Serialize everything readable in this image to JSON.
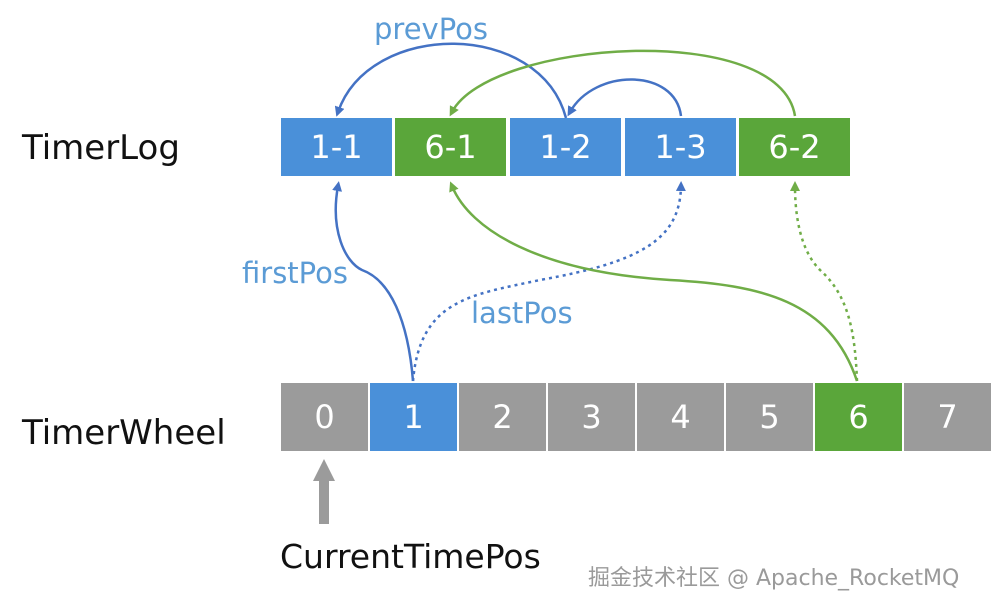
{
  "labels": {
    "timer_log": "TimerLog",
    "timer_wheel": "TimerWheel",
    "prev_pos": "prevPos",
    "first_pos": "firstPos",
    "last_pos": "lastPos",
    "current_time_pos": "CurrentTimePos",
    "watermark": "掘金技术社区 @ Apache_RocketMQ"
  },
  "timer_log": {
    "cells": [
      {
        "label": "1-1",
        "color": "#4a90d9"
      },
      {
        "label": "6-1",
        "color": "#5aa63a"
      },
      {
        "label": "1-2",
        "color": "#4a90d9"
      },
      {
        "label": "1-3",
        "color": "#4a90d9"
      },
      {
        "label": "6-2",
        "color": "#5aa63a"
      }
    ]
  },
  "timer_wheel": {
    "slots": [
      {
        "label": "0",
        "color": "#9b9b9b"
      },
      {
        "label": "1",
        "color": "#4a90d9"
      },
      {
        "label": "2",
        "color": "#9b9b9b"
      },
      {
        "label": "3",
        "color": "#9b9b9b"
      },
      {
        "label": "4",
        "color": "#9b9b9b"
      },
      {
        "label": "5",
        "color": "#9b9b9b"
      },
      {
        "label": "6",
        "color": "#5aa63a"
      },
      {
        "label": "7",
        "color": "#9b9b9b"
      }
    ]
  },
  "colors": {
    "blue": "#4a90d9",
    "blue_arrow": "#4472c4",
    "green": "#5aa63a",
    "green_arrow": "#70ad47",
    "gray": "#9b9b9b",
    "label_blue": "#5b9bd5"
  }
}
